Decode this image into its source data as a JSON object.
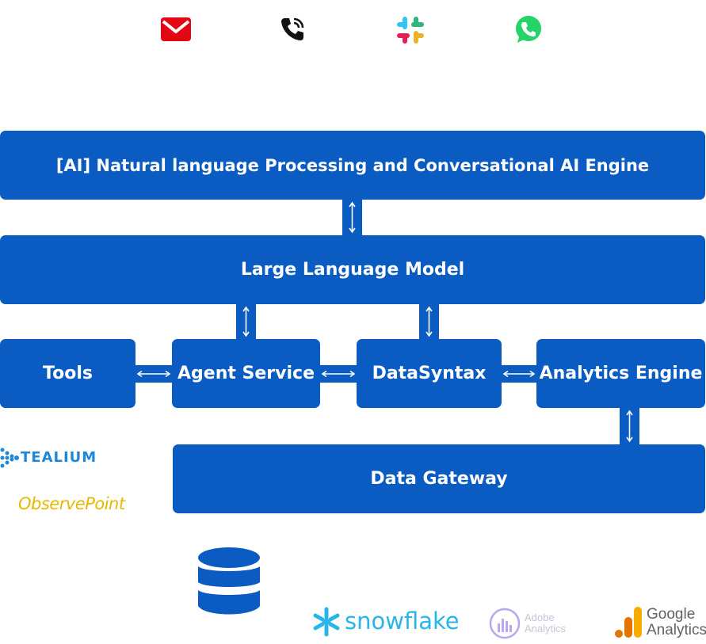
{
  "channels": {
    "icons": [
      "email-icon",
      "phone-icon",
      "slack-icon",
      "whatsapp-icon"
    ]
  },
  "boxes": {
    "nlp_engine": "[AI] Natural language Processing and Conversational AI Engine",
    "llm": "Large Language Model",
    "tools": "Tools",
    "agent_service": "Agent Service",
    "datasyntax": "DataSyntax",
    "analytics_engine": "Analytics Engine",
    "data_gateway": "Data Gateway"
  },
  "logos": {
    "tealium": "TEALIUM",
    "observepoint": "ObservePoint",
    "snowflake": "snowflake",
    "adobe_line1": "Adobe",
    "adobe_line2": "Analytics",
    "google_line1": "Google",
    "google_line2": "Analytics"
  },
  "colors": {
    "box_blue": "#0a5cc2",
    "email_red": "#e30613",
    "whatsapp_green": "#25d366",
    "tealium_blue": "#1e88d6",
    "observepoint_yellow": "#e8b800",
    "snowflake_blue": "#29b5e8",
    "google_orange": "#f9ab00",
    "google_dark_orange": "#e37400",
    "adobe_purple": "#9b7ee0"
  }
}
